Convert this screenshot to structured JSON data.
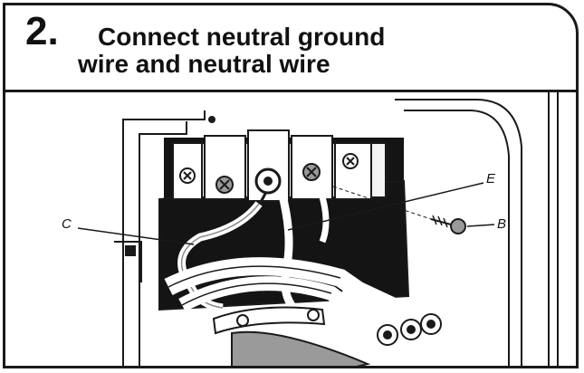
{
  "step": {
    "number": "2.",
    "title_line1": "Connect neutral ground",
    "title_line2": "wire and neutral wire"
  },
  "callouts": {
    "c": "C",
    "e": "E",
    "b": "B"
  },
  "colors": {
    "ink": "#1a1a1a",
    "panel_black": "#141414",
    "paper": "#ffffff",
    "screw_gray": "#9a9a9a"
  }
}
